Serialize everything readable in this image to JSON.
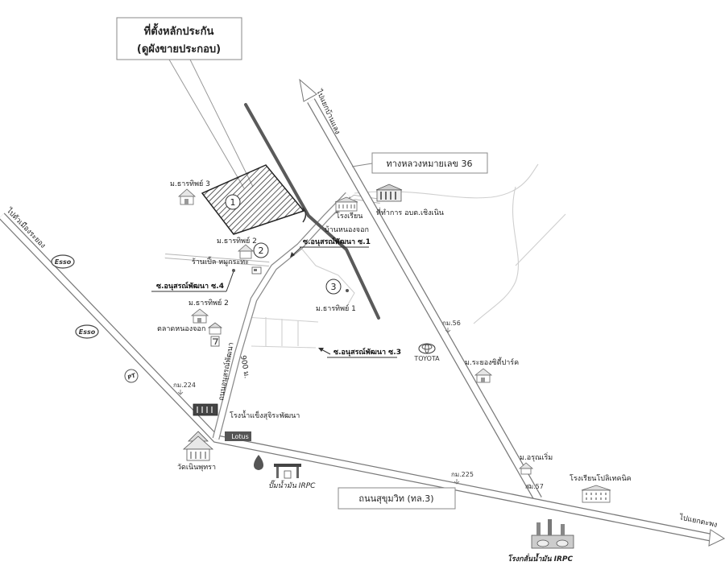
{
  "title": {
    "line1": "ที่ตั้งหลักประกัน",
    "line2": "(ดูผังขายประกอบ)"
  },
  "highway36_label": "ทางหลวงหมายเลข 36",
  "sukhumvit_label": "ถนนสุขุมวิท (ทล.3)",
  "directions": {
    "north": "ไปแยกบ้านแลง",
    "west": "ไปตัวเมืองระยอง",
    "east": "ไปแยกตะพง"
  },
  "plots": {
    "p1": "1",
    "p2": "2",
    "p3": "3"
  },
  "sois": {
    "soi1": "ซ.อนุสรณ์พัฒนา ซ.1",
    "soi3": "ซ.อนุสรณ์พัฒนา ซ.3",
    "soi4": "ซ.อนุสรณ์พัฒนา ซ.4"
  },
  "road": {
    "anusorn": "ถนนอนุสรณ์พัฒนา",
    "distance": "900 ม."
  },
  "landmarks": {
    "tharathip3": "ม.ธารทิพย์ 3",
    "school_line1": "โรงเรียน",
    "school_line2": "บ้านหนองจอก",
    "obt": "ที่ทำการ อบต.เชิงเนิน",
    "tharathip2_a": "ม.ธารทิพย์ 2",
    "pork_shop": "ร้านเปิ้ล หมูกระทะ",
    "tharathip2_b": "ม.ธารทิพย์ 2",
    "tharathip1": "ม.ธารทิพย์ 1",
    "market": "ตลาดหนองจอก",
    "rayong_city_park": "ม.ระยองซิตี้ปาร์ค",
    "ice_factory": "โรงน้ำแข็งสุจิระพัฒนา",
    "temple": "วัดเนินพุทรา",
    "irpc_station": "ปั๊มน้ำมัน IRPC",
    "arunroem": "ม.อรุณเริ่ม",
    "polytechnic": "โรงเรียนโปลิเทคนิค",
    "refinery": "โรงกลั่นน้ำมัน IRPC"
  },
  "km_markers": {
    "km56": "กม.56",
    "km57": "กม.57",
    "km224": "กม.224",
    "km225": "กม.225"
  },
  "brands": {
    "esso": "Esso",
    "pt": "PT",
    "toyota": "TOYOTA",
    "lotus": "Lotus"
  },
  "colors": {
    "background": "#ffffff",
    "road_outline": "#7a7a7a",
    "railway": "#5a5a5a",
    "plot_hatch": "#333333"
  }
}
